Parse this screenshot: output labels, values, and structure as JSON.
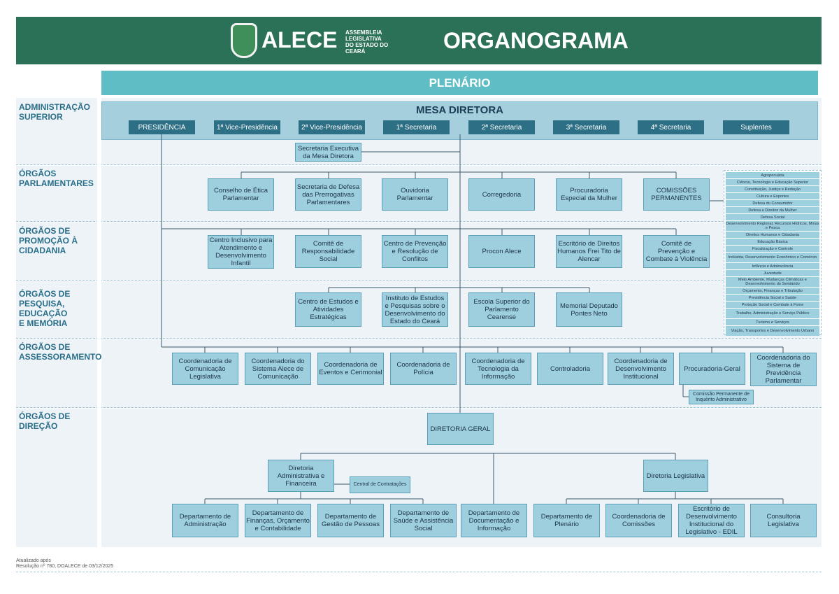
{
  "header": {
    "logo_name": "ALECE",
    "logo_subtitle": "ASSEMBLEIA LEGISLATIVA DO ESTADO DO CEARÁ",
    "title": "ORGANOGRAMA"
  },
  "plenario": "PLENÁRIO",
  "sections": [
    "ADMINISTRAÇÃO SUPERIOR",
    "ÓRGÃOS PARLAMENTARES",
    "ÓRGÃOS DE PROMOÇÃO À CIDADANIA",
    "ÓRGÃOS DE PESQUISA, EDUCAÇÃO E MEMÓRIA",
    "ÓRGÃOS DE ASSESSORAMENTO",
    "ÓRGÃOS DE DIREÇÃO"
  ],
  "mesa": {
    "title": "MESA DIRETORA",
    "members": [
      "PRESIDÊNCIA",
      "1ª Vice-Presidência",
      "2ª Vice-Presidência",
      "1ª Secretaria",
      "2ª Secretaria",
      "3ª Secretaria",
      "4ª Secretaria",
      "Suplentes"
    ],
    "secretaria_executiva": "Secretaria Executiva da Mesa Diretora"
  },
  "parlamentares": [
    "Conselho de Ética Parlamentar",
    "Secretaria de Defesa das Prerrogativas Parlamentares",
    "Ouvidoria Parlamentar",
    "Corregedoria",
    "Procuradoria Especial da Mulher",
    "COMISSÕES PERMANENTES"
  ],
  "comissoes": [
    "Agropecuária",
    "Ciência, Tecnologia e Educação Superior",
    "Constituição, Justiça e Redação",
    "Cultura e Esportes",
    "Defesa do Consumidor",
    "Defesa e Direitos da Mulher",
    "Defesa Social",
    "Desenvolvimento Regional, Recursos Hídricos, Minas e Pesca",
    "Direitos Humanos e Cidadania",
    "Educação Básica",
    "Fiscalização e Controle",
    "Indústria, Desenvolvimento Econômico e Comércio",
    "Infância e Adolescência",
    "Juventude",
    "Meio Ambiente, Mudanças Climáticas e Desenvolvimento do Semiárido",
    "Orçamento, Finanças e Tributação",
    "Previdência Social e Saúde",
    "Proteção Social e Combate à Fome",
    "Trabalho, Administração e Serviço Público",
    "Turismo e Serviços",
    "Viação, Transportes e Desenvolvimento Urbano"
  ],
  "promocao": [
    "Centro Inclusivo para Atendimento e Desenvolvimento Infantil",
    "Comitê de Responsabilidade Social",
    "Centro de Prevenção e Resolução de Conflitos",
    "Procon Alece",
    "Escritório de Direitos Humanos Frei Tito de Alencar",
    "Comitê de Prevenção e Combate à Violência"
  ],
  "pesquisa": [
    "Centro de Estudos e Atividades Estratégicas",
    "Instituto de Estudos e Pesquisas sobre o Desenvolvimento do Estado do Ceará",
    "Escola Superior do Parlamento Cearense",
    "Memorial Deputado Pontes Neto"
  ],
  "assessoramento": [
    "Coordenadoria de Comunicação Legislativa",
    "Coordenadoria do Sistema Alece de Comunicação",
    "Coordenadoria de Eventos e Cerimonial",
    "Coordenadoria de Polícia",
    "Coordenadoria de Tecnologia da Informação",
    "Controladoria",
    "Coordenadoria de Desenvolvimento Institucional",
    "Procuradoria-Geral",
    "Coordenadoria do Sistema de Previdência Parlamentar"
  ],
  "comissao_inquerito": "Comissão Permanente de Inquérito Administrativo",
  "direcao": {
    "diretoria_geral": "DIRETORIA GERAL",
    "dir_adm": "Diretoria Administrativa e Financeira",
    "central": "Central de Contratações",
    "dir_leg": "Diretoria Legislativa",
    "departamentos": [
      "Departamento de Administração",
      "Departamento de Finanças, Orçamento e Contabilidade",
      "Departamento de Gestão de Pessoas",
      "Departamento de Saúde e Assistência Social",
      "Departamento de Documentação e Informação",
      "Departamento de Plenário",
      "Coordenadoria de Comissões",
      "Escritório de Desenvolvimento Institucional do Legislativo - EDIL",
      "Consultoria Legislativa"
    ]
  },
  "footer": {
    "line1": "Atualizado após",
    "line2": "Resolução nº 780, DOALECE de 03/12/2025"
  }
}
